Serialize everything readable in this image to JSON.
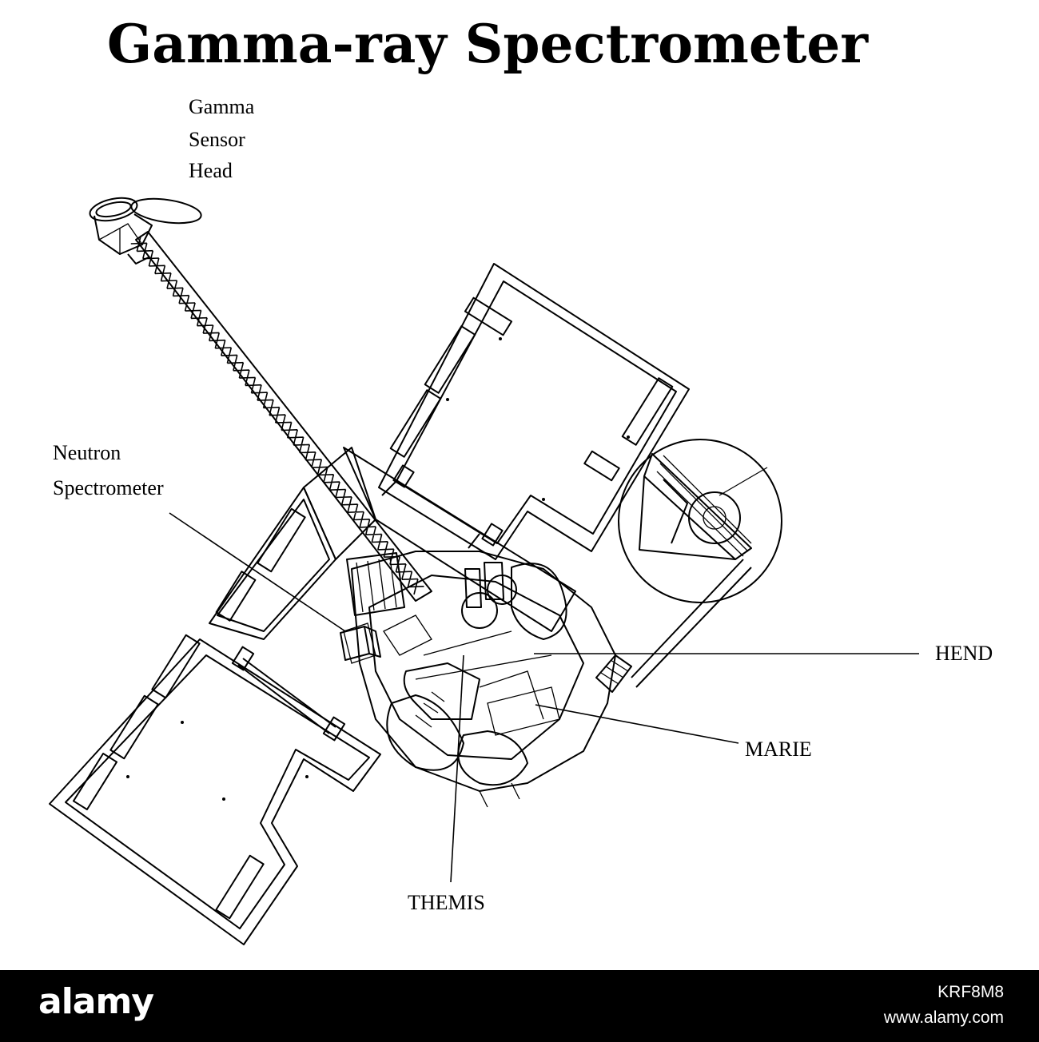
{
  "title": "Gamma-ray Spectrometer",
  "labels": {
    "gamma_line1": "Gamma",
    "gamma_line2": "Sensor",
    "gamma_line3": "Head",
    "neutron_line1": "Neutron",
    "neutron_line2": "Spectrometer",
    "hend": "HEND",
    "marie": "MARIE",
    "themis": "THEMIS"
  },
  "footer": {
    "brand": "alamy",
    "image_id": "KRF8M8",
    "site": "www.alamy.com"
  },
  "colors": {
    "ink": "#000000",
    "background": "#ffffff",
    "footer_bg": "#000000",
    "footer_text": "#ffffff"
  }
}
